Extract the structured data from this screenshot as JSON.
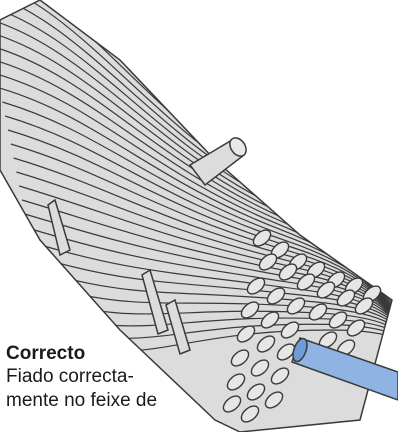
{
  "caption": {
    "title": "Correcto",
    "lines": [
      "Fiado correcta-",
      "mente no feixe de"
    ]
  },
  "colors": {
    "strand_fill": "#dcdcdc",
    "strand_stroke": "#3a3a3a",
    "wire_fill": "#8fb4e3",
    "background": "#ffffff"
  },
  "icons": [
    "fiber-bundle-illustration",
    "blue-wire-icon"
  ]
}
